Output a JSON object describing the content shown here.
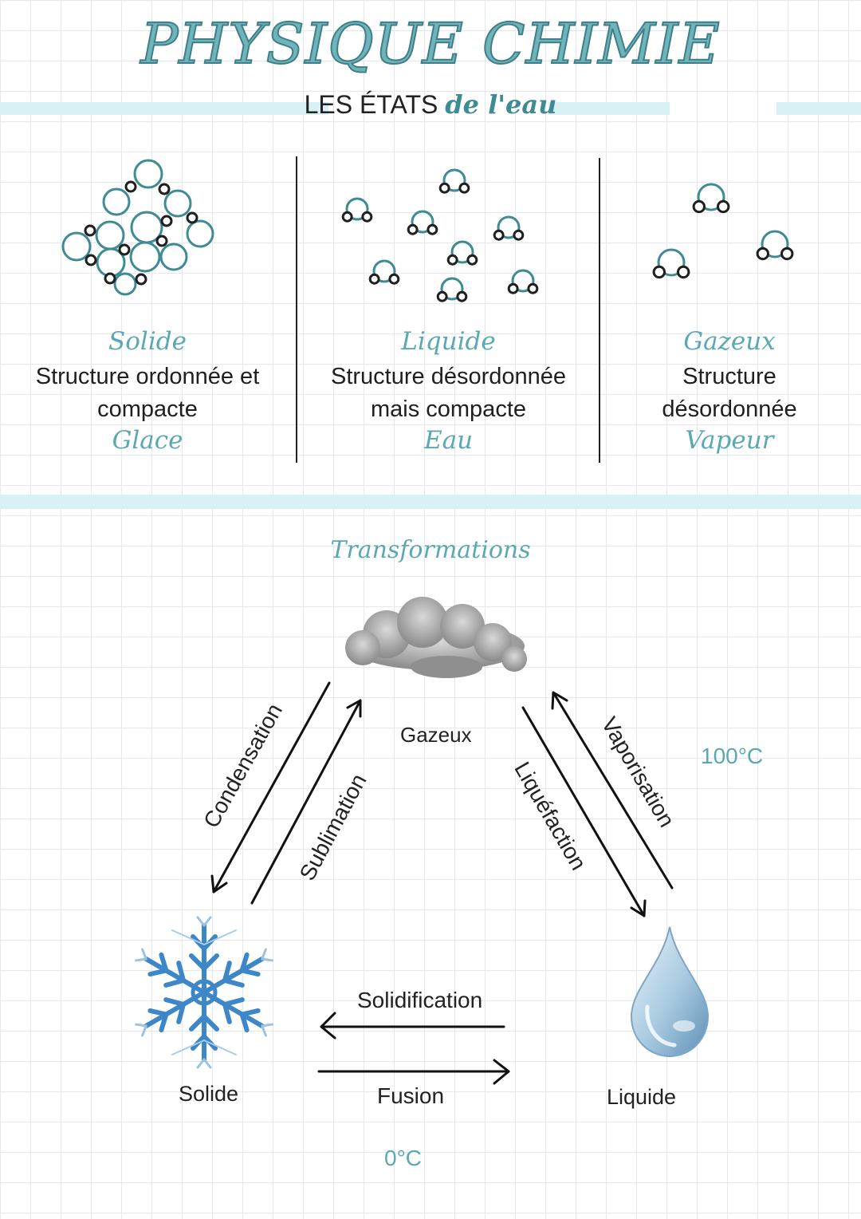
{
  "header": {
    "title": "PHYSIQUE CHIMIE",
    "subtitle_main": "LES ÉTATS",
    "subtitle_accent": "de l'eau"
  },
  "states": [
    {
      "name": "Solide",
      "description": [
        "Structure ordonnée et",
        "compacte"
      ],
      "example": "Glace"
    },
    {
      "name": "Liquide",
      "description": [
        "Structure désordonnée",
        "mais compacte"
      ],
      "example": "Eau"
    },
    {
      "name": "Gazeux",
      "description": [
        "Structure",
        "désordonnée"
      ],
      "example": "Vapeur"
    }
  ],
  "transformations": {
    "heading": "Transformations",
    "nodes": {
      "gas": "Gazeux",
      "solid": "Solide",
      "liquid": "Liquide"
    },
    "arrows": {
      "condensation": "Condensation",
      "sublimation": "Sublimation",
      "liquefaction": "Liquéfaction",
      "vaporisation": "Vaporisation",
      "solidification": "Solidification",
      "fusion": "Fusion"
    },
    "temps": {
      "boiling": "100°C",
      "freezing": "0°C"
    }
  },
  "colors": {
    "accent": "#5aa9b0",
    "band": "#d8f1f5",
    "ink": "#1f1f1f",
    "ice": "#3d86c8"
  }
}
